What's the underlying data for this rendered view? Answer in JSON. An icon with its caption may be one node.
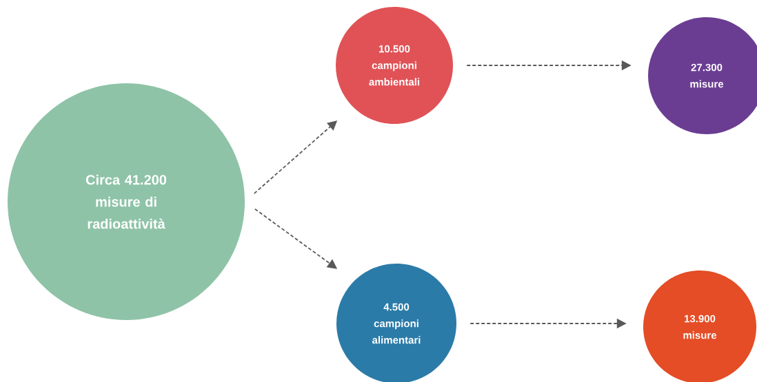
{
  "diagram": {
    "nodes": [
      {
        "text": [
          "Circa 41.200 misure di radioattività"
        ]
      },
      {
        "text": [
          "10.500 campioni ambientali"
        ]
      },
      {
        "text": [
          "27.300 misure"
        ]
      },
      {
        "text": [
          "4.500 campioni alimentari"
        ]
      },
      {
        "text": [
          "13.900 misure"
        ]
      }
    ],
    "edges": [
      {
        "from": 0,
        "to": 1,
        "arrow": "to",
        "style": "dashed"
      },
      {
        "from": 0,
        "to": 3,
        "arrow": "to",
        "style": "dashed"
      },
      {
        "from": 1,
        "to": 2,
        "arrow": "to",
        "style": "dashed"
      },
      {
        "from": 3,
        "to": 4,
        "arrow": "to",
        "style": "dashed"
      }
    ]
  }
}
